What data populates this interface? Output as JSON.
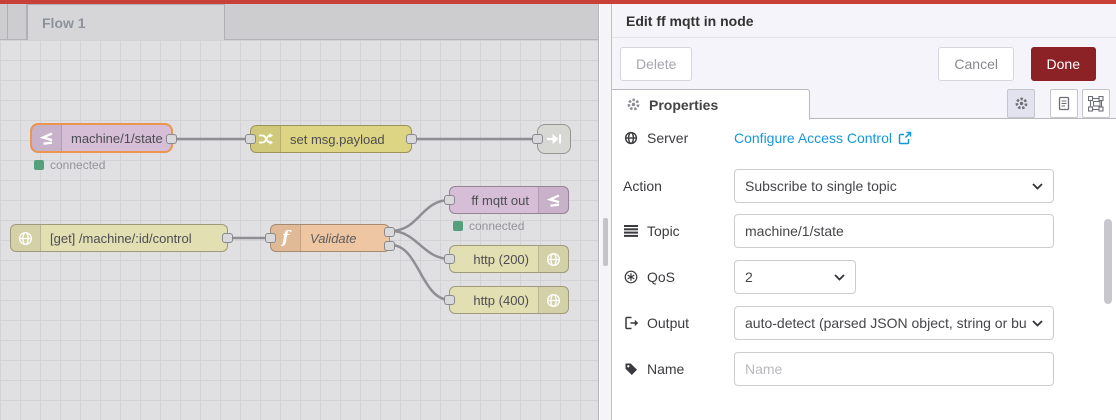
{
  "flow": {
    "tab_label": "Flow 1",
    "nodes": {
      "mqtt_in": {
        "label": "machine/1/state",
        "status": "connected"
      },
      "change": {
        "label": "set msg.payload"
      },
      "http_in": {
        "label": "[get] /machine/:id/control"
      },
      "function": {
        "label": "Validate",
        "icon_glyph": "f"
      },
      "mqtt_out": {
        "label": "ff mqtt out",
        "status": "connected"
      },
      "http_response_200": {
        "label": "http (200)"
      },
      "http_response_400": {
        "label": "http (400)"
      }
    }
  },
  "panel": {
    "title": "Edit ff mqtt in node",
    "delete_label": "Delete",
    "cancel_label": "Cancel",
    "done_label": "Done",
    "properties_tab_label": "Properties",
    "fields": {
      "server": {
        "label": "Server",
        "link_text": "Configure Access Control"
      },
      "action": {
        "label": "Action",
        "value": "Subscribe to single topic"
      },
      "topic": {
        "label": "Topic",
        "value": "machine/1/state"
      },
      "qos": {
        "label": "QoS",
        "value": "2"
      },
      "output": {
        "label": "Output",
        "value": "auto-detect (parsed JSON object, string or buffer)"
      },
      "name": {
        "label": "Name",
        "placeholder": "Name"
      }
    }
  },
  "colors": {
    "topbar_red": "#c94038",
    "done_red": "#8c2126",
    "link_blue": "#1598dc",
    "status_green": "#55a07c",
    "selected_orange": "#ea9651",
    "mqtt_node": "#d5bed6",
    "change_node": "#ddd583",
    "http_node": "#e2dfb3",
    "function_node": "#eec6a1"
  }
}
